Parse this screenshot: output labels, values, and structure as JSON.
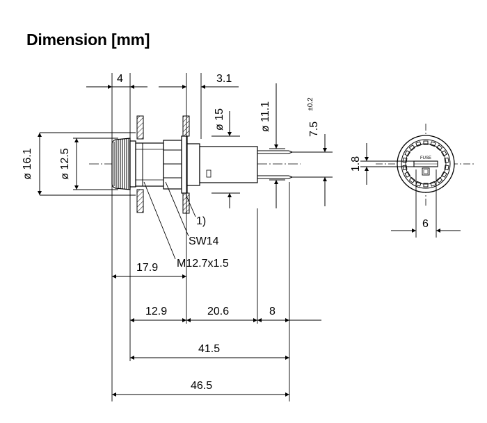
{
  "title": "Dimension [mm]",
  "dims": {
    "d_4": "4",
    "d_3_1": "3.1",
    "d_15": "ø 15",
    "d_11_1": "ø 11.1",
    "d_7_5": "7.5",
    "d_7_5_tol": "±0.2",
    "d_16_1": "ø 16.1",
    "d_12_5": "ø 12.5",
    "d_17_9": "17.9",
    "d_12_9": "12.9",
    "d_20_6": "20.6",
    "d_8": "8",
    "d_41_5": "41.5",
    "d_46_5": "46.5",
    "d_1_8": "1.8",
    "d_6": "6"
  },
  "callouts": {
    "note": "1)",
    "wrench": "SW14",
    "thread": "M12.7x1.5"
  },
  "front_marking": "FUSE"
}
